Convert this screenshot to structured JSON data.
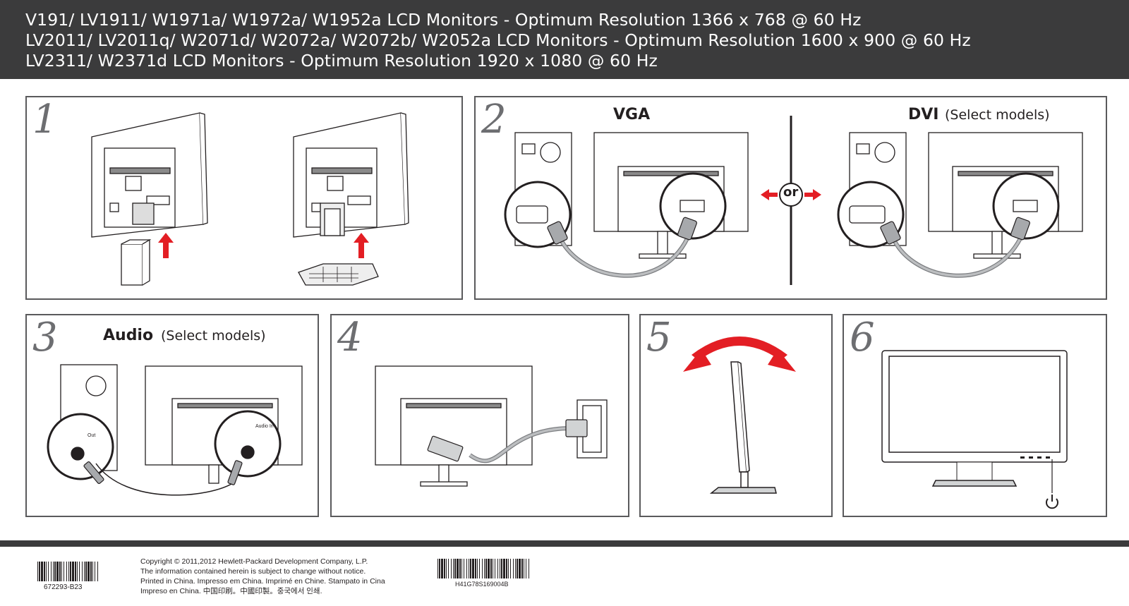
{
  "header": {
    "line1": "V191/ LV1911/ W1971a/ W1972a/ W1952a LCD Monitors - Optimum Resolution 1366 x 768 @ 60 Hz",
    "line2": "LV2011/ LV2011q/ W2071d/ W2072a/ W2072b/ W2052a LCD Monitors - Optimum Resolution 1600 x 900 @ 60 Hz",
    "line3": "LV2311/ W2371d LCD Monitors - Optimum Resolution 1920 x 1080 @ 60 Hz"
  },
  "steps": [
    {
      "number": "1"
    },
    {
      "number": "2",
      "vga_label": "VGA",
      "or_label": "or",
      "dvi_label": "DVI",
      "dvi_note": "(Select models)"
    },
    {
      "number": "3",
      "audio_label": "Audio",
      "audio_note": "(Select models)",
      "out_label": "Out",
      "audio_in_label": "Audio In"
    },
    {
      "number": "4"
    },
    {
      "number": "5"
    },
    {
      "number": "6"
    }
  ],
  "footer": {
    "barcode1_text": "672293-B23",
    "barcode2_text": "H41G78S169004B",
    "copyright_lines": [
      "Copyright © 2011,2012 Hewlett-Packard Development Company, L.P.",
      "The information contained herein is subject to change without notice.",
      "Printed in China. Impresso em China. Imprimé en Chine. Stampato in Cina",
      "Impreso en China. 中国印刷。中國印製。중국에서 인쇄."
    ]
  },
  "colors": {
    "header_bg": "#3b3b3c",
    "arrow_red": "#e31e24",
    "border": "#5a5a5c",
    "cable_gray": "#bcbec0"
  },
  "icons": [
    "up-arrow-icon",
    "double-arrow-icon",
    "power-icon",
    "curved-tilt-arrow-icon"
  ]
}
